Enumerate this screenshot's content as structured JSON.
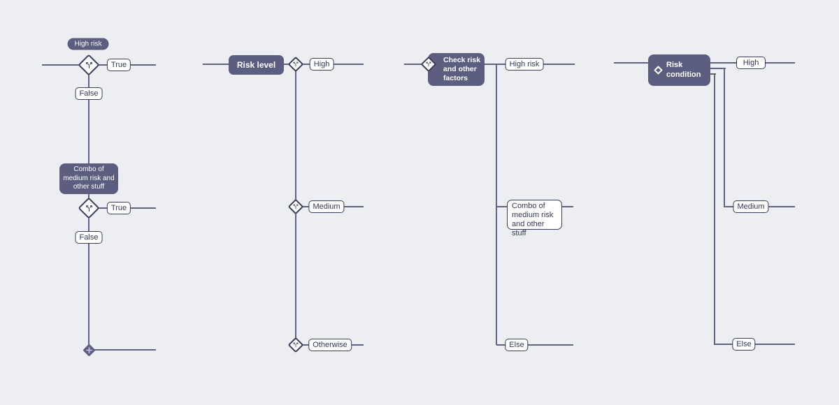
{
  "colors": {
    "background": "#eceef2",
    "node_fill": "#5b5e7e",
    "node_text": "#ffffff",
    "line": "#5f6281",
    "label_border": "#3a3e5c",
    "label_text": "#333853",
    "label_bg": "#ffffff",
    "merge_plus": "#c9cbdb"
  },
  "icons": {
    "decision": "call-split-icon",
    "merge": "plus-icon",
    "condition": "diamond-outline-icon"
  },
  "diagram1": {
    "pill_label": "High risk",
    "branch1_true": "True",
    "branch1_false": "False",
    "combo_node_lines": [
      "Combo of",
      "medium risk and",
      "other stuff"
    ],
    "branch2_true": "True",
    "branch2_false": "False"
  },
  "diagram2": {
    "title": "Risk level",
    "branch_high": "High",
    "branch_medium": "Medium",
    "branch_otherwise": "Otherwise"
  },
  "diagram3": {
    "title_lines": [
      "Check risk",
      "and other",
      "factors"
    ],
    "branch_high": "High risk",
    "branch_combo_lines": [
      "Combo of",
      "medium risk",
      "and other stuff"
    ],
    "branch_else": "Else"
  },
  "diagram4": {
    "title_lines": [
      "Risk",
      "condition"
    ],
    "branch_high": "High",
    "branch_medium": "Medium",
    "branch_else": "Else"
  }
}
